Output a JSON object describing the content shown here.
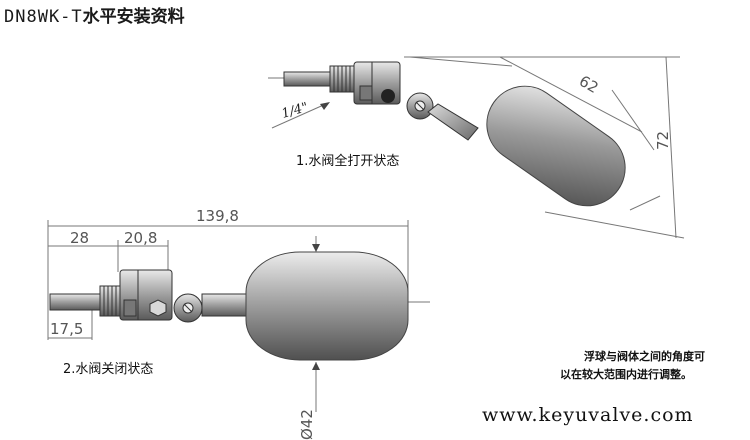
{
  "title": {
    "model": "DN8WK-T",
    "text": "水平安装资料"
  },
  "states": {
    "open": {
      "caption": "1.水阀全打开状态",
      "dim_width": "62",
      "dim_height": "72",
      "thread": "1/4\""
    },
    "closed": {
      "caption": "2.水阀关闭状态",
      "dim_total": "139,8",
      "dim_a": "28",
      "dim_b": "20,8",
      "dim_c": "17,5",
      "dim_diameter": "Ø42"
    }
  },
  "note": {
    "line1": "浮球与阀体之间的角度可",
    "line2": "以在较大范围内进行调整。"
  },
  "website": "www.keyuvalve.com",
  "colors": {
    "line": "#333333",
    "dim_line": "#666666",
    "float_light": "#e6e6e6",
    "float_dark": "#555555"
  }
}
